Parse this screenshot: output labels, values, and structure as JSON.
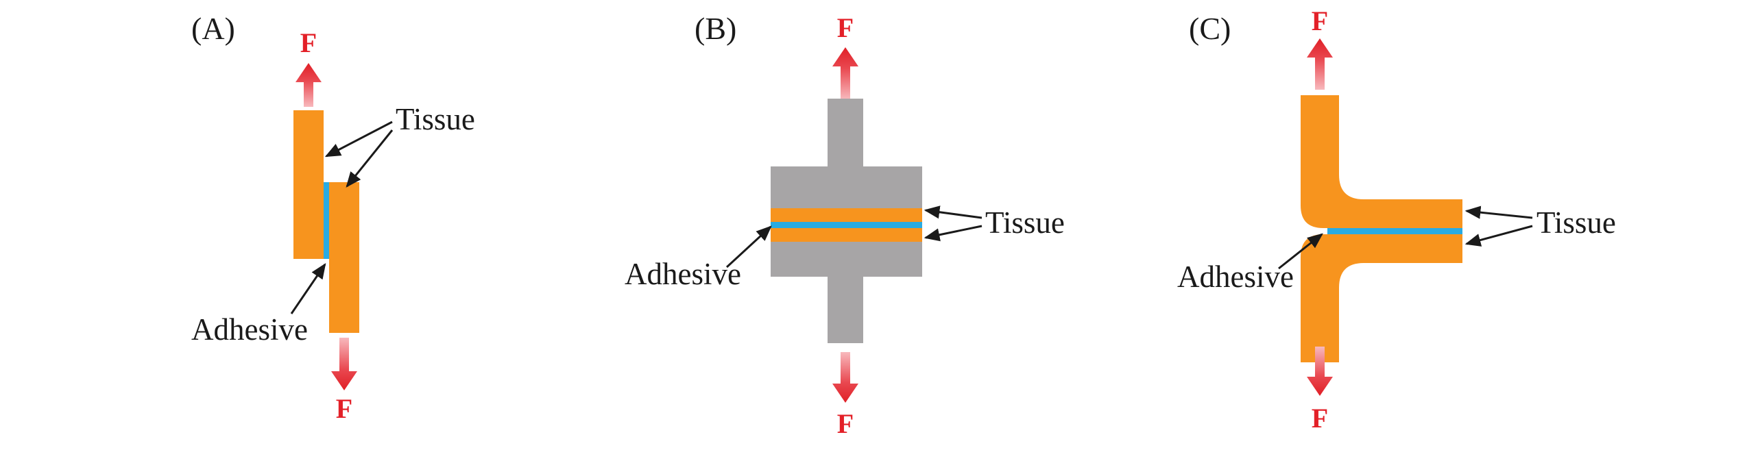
{
  "figure": {
    "colors": {
      "tissue_orange": "#F7941E",
      "fixture_gray": "#A7A5A6",
      "adhesive_blue": "#29ABE2",
      "force_red": "#E32028",
      "annotation_black": "#1A1A1A",
      "background": "#FFFFFF"
    },
    "panels": [
      {
        "label": "(A)",
        "force_top": "F",
        "force_bottom": "F",
        "tissue": "Tissue",
        "adhesive": "Adhesive"
      },
      {
        "label": "(B)",
        "force_top": "F",
        "force_bottom": "F",
        "tissue": "Tissue",
        "adhesive": "Adhesive"
      },
      {
        "label": "(C)",
        "force_top": "F",
        "force_bottom": "F",
        "tissue": "Tissue",
        "adhesive": "Adhesive"
      }
    ]
  }
}
